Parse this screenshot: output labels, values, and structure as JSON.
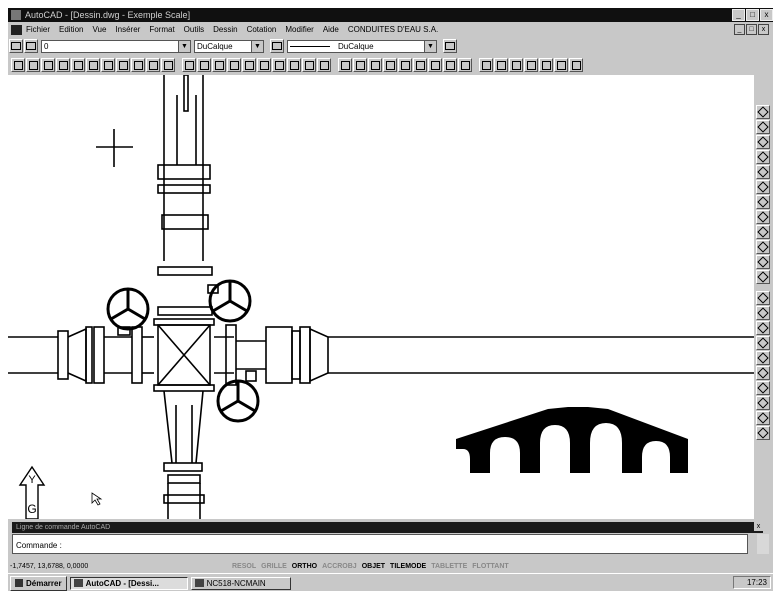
{
  "window": {
    "title": "AutoCAD - [Dessin.dwg - Exemple Scale]",
    "buttons": [
      "_",
      "□",
      "x"
    ]
  },
  "menu": {
    "items": [
      "Fichier",
      "Edition",
      "Vue",
      "Insérer",
      "Format",
      "Outils",
      "Dessin",
      "Cotation",
      "Modifier",
      "Aide",
      "CONDUITES D'EAU S.A."
    ]
  },
  "properties": {
    "layer_value": "0",
    "color_value": "DuCalque",
    "linetype_value": "DuCalque"
  },
  "command": {
    "window_title": "Ligne de commande AutoCAD",
    "prompt": "Commande :"
  },
  "status": {
    "coordinates": "-1,7457, 13,6788, 0,0000",
    "modes": [
      {
        "label": "RESOL",
        "on": false
      },
      {
        "label": "GRILLE",
        "on": false
      },
      {
        "label": "ORTHO",
        "on": true
      },
      {
        "label": "ACCROBJ",
        "on": false
      },
      {
        "label": "OBJET",
        "on": true
      },
      {
        "label": "TILEMODE",
        "on": true
      },
      {
        "label": "TABLETTE",
        "on": false
      },
      {
        "label": "FLOTTANT",
        "on": false
      }
    ]
  },
  "taskbar": {
    "start": "Démarrer",
    "tasks": [
      "AutoCAD - [Dessi...",
      "NC518-NCMAIN"
    ],
    "clock": "17:23"
  },
  "ucs": {
    "y_label": "Y",
    "g_label": "G"
  },
  "colors": {
    "title_bg": "#101010",
    "chrome": "#c8c8c8",
    "canvas": "#ffffff",
    "drawing_stroke": "#000000"
  }
}
